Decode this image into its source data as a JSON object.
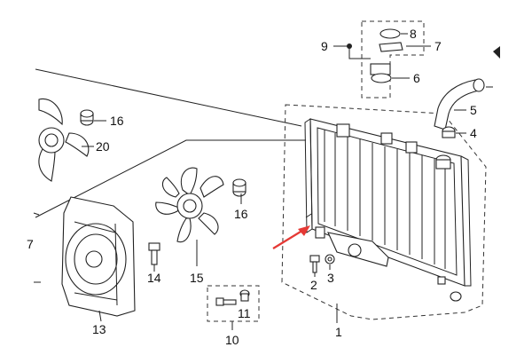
{
  "diagram": {
    "callouts": [
      {
        "id": "c1",
        "text": "1"
      },
      {
        "id": "c2",
        "text": "2"
      },
      {
        "id": "c3",
        "text": "3"
      },
      {
        "id": "c4",
        "text": "4"
      },
      {
        "id": "c5",
        "text": "5"
      },
      {
        "id": "c6",
        "text": "6"
      },
      {
        "id": "c7",
        "text": "7"
      },
      {
        "id": "c8",
        "text": "8"
      },
      {
        "id": "c9",
        "text": "9"
      },
      {
        "id": "c10",
        "text": "10"
      },
      {
        "id": "c11",
        "text": "11"
      },
      {
        "id": "c13",
        "text": "13"
      },
      {
        "id": "c14",
        "text": "14"
      },
      {
        "id": "c15",
        "text": "15"
      },
      {
        "id": "c16a",
        "text": "16"
      },
      {
        "id": "c16b",
        "text": "16"
      },
      {
        "id": "c20",
        "text": "20"
      },
      {
        "id": "c7b",
        "text": "7"
      }
    ],
    "colors": {
      "line": "#222222",
      "pointer_arrow": "#e53935"
    }
  }
}
